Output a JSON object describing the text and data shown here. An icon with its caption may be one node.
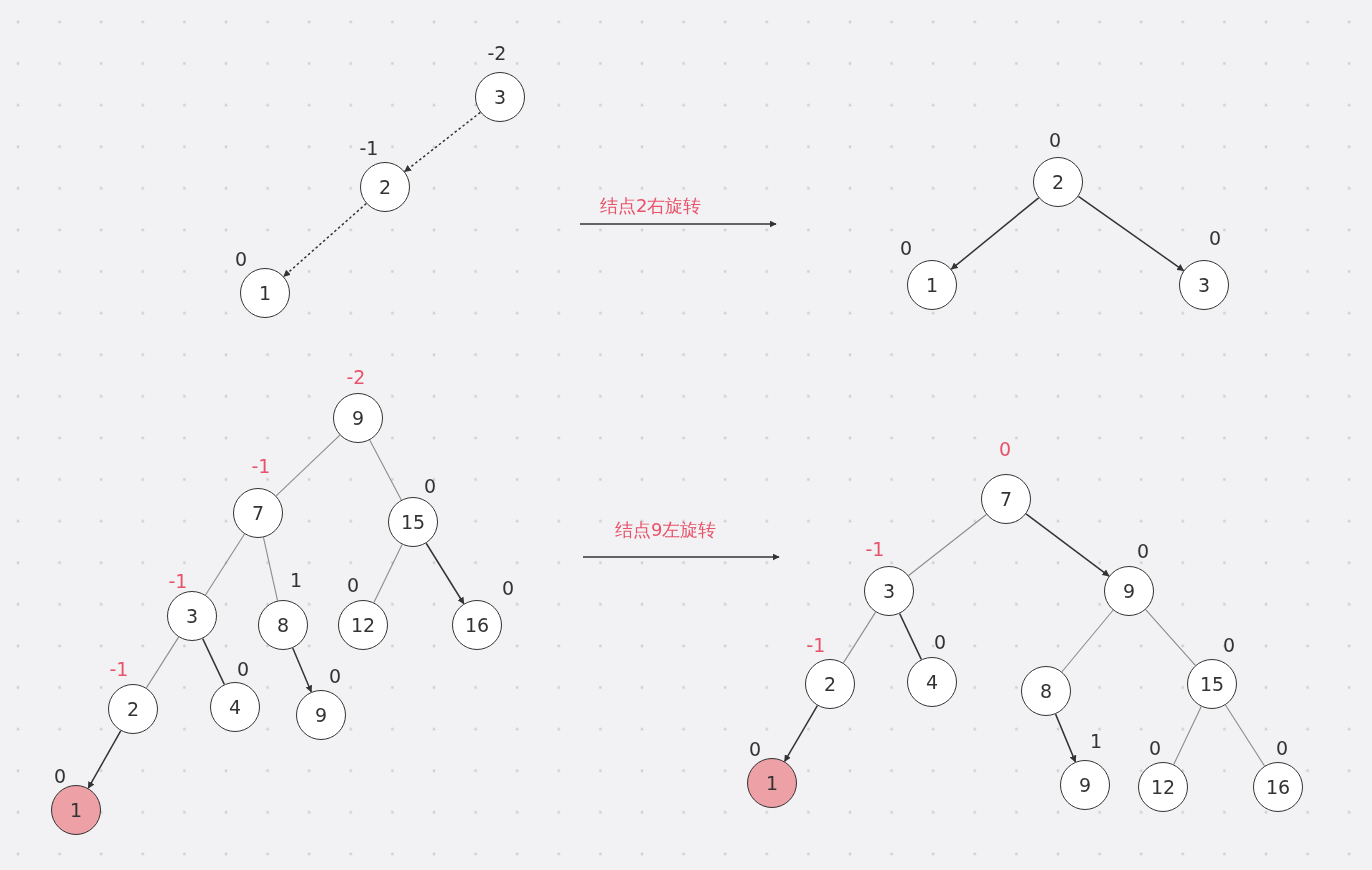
{
  "diagram": {
    "nodes": [
      {
        "text": [
          "3"
        ],
        "beside": [
          "-2"
        ]
      },
      {
        "text": [
          "2"
        ],
        "beside": [
          "-1"
        ]
      },
      {
        "text": [
          "1"
        ],
        "beside": [
          "0"
        ]
      },
      {
        "text": [
          "2"
        ],
        "beside": [
          "0"
        ]
      },
      {
        "text": [
          "1"
        ],
        "beside": [
          "0"
        ]
      },
      {
        "text": [
          "3"
        ],
        "beside": [
          "0"
        ]
      },
      {
        "text": [
          "9"
        ],
        "beside": [
          "-2"
        ]
      },
      {
        "text": [
          "7"
        ],
        "beside": [
          "-1"
        ]
      },
      {
        "text": [
          "15"
        ],
        "beside": [
          "0"
        ]
      },
      {
        "text": [
          "3"
        ],
        "beside": [
          "-1"
        ]
      },
      {
        "text": [
          "8"
        ],
        "beside": [
          "1"
        ]
      },
      {
        "text": [
          "12"
        ],
        "beside": [
          "0"
        ]
      },
      {
        "text": [
          "16"
        ],
        "beside": [
          "0"
        ]
      },
      {
        "text": [
          "2"
        ],
        "beside": [
          "-1"
        ]
      },
      {
        "text": [
          "4"
        ],
        "beside": [
          "0"
        ]
      },
      {
        "text": [
          "9"
        ],
        "beside": [
          "0"
        ]
      },
      {
        "text": [
          "1"
        ],
        "beside": [
          "0"
        ]
      },
      {
        "text": [
          "7"
        ],
        "beside": [
          "0"
        ]
      },
      {
        "text": [
          "3"
        ],
        "beside": [
          "-1"
        ]
      },
      {
        "text": [
          "9"
        ],
        "beside": [
          "0"
        ]
      },
      {
        "text": [
          "2"
        ],
        "beside": [
          "-1"
        ]
      },
      {
        "text": [
          "4"
        ],
        "beside": [
          "0"
        ]
      },
      {
        "text": [
          "8"
        ]
      },
      {
        "text": [
          "15"
        ],
        "beside": [
          "0"
        ]
      },
      {
        "text": [
          "1"
        ],
        "beside": [
          "0"
        ]
      },
      {
        "text": [
          "9"
        ],
        "beside": [
          "1"
        ]
      },
      {
        "text": [
          "12"
        ],
        "beside": [
          "0"
        ]
      },
      {
        "text": [
          "16"
        ],
        "beside": [
          "0"
        ]
      }
    ],
    "edges": [
      {
        "from": 0,
        "to": 1,
        "arrow": "to",
        "style": "dashed"
      },
      {
        "from": 1,
        "to": 2,
        "arrow": "to",
        "style": "dashed"
      },
      {
        "from": 3,
        "to": 4,
        "arrow": "to"
      },
      {
        "from": 3,
        "to": 5,
        "arrow": "to"
      },
      {
        "from": 6,
        "to": 7,
        "arrow": "none",
        "color": "#8c8c8c"
      },
      {
        "from": 6,
        "to": 8,
        "arrow": "none",
        "color": "#8c8c8c"
      },
      {
        "from": 7,
        "to": 9,
        "arrow": "none",
        "color": "#8c8c8c"
      },
      {
        "from": 7,
        "to": 10,
        "arrow": "none",
        "color": "#8c8c8c"
      },
      {
        "from": 8,
        "to": 11,
        "arrow": "none",
        "color": "#8c8c8c"
      },
      {
        "from": 8,
        "to": 12,
        "arrow": "to"
      },
      {
        "from": 9,
        "to": 13,
        "arrow": "none",
        "color": "#8c8c8c"
      },
      {
        "from": 9,
        "to": 14,
        "arrow": "none"
      },
      {
        "from": 10,
        "to": 15,
        "arrow": "to"
      },
      {
        "from": 13,
        "to": 16,
        "arrow": "to"
      },
      {
        "from": 17,
        "to": 18,
        "arrow": "none",
        "color": "#8c8c8c"
      },
      {
        "from": 17,
        "to": 19,
        "arrow": "to"
      },
      {
        "from": 18,
        "to": 20,
        "arrow": "none",
        "color": "#8c8c8c"
      },
      {
        "from": 18,
        "to": 21,
        "arrow": "none"
      },
      {
        "from": 19,
        "to": 22,
        "arrow": "none",
        "color": "#8c8c8c"
      },
      {
        "from": 19,
        "to": 23,
        "arrow": "none",
        "color": "#8c8c8c"
      },
      {
        "from": 20,
        "to": 24,
        "arrow": "to"
      },
      {
        "from": 22,
        "to": 25,
        "arrow": "to"
      },
      {
        "from": 23,
        "to": 26,
        "arrow": "none",
        "color": "#8c8c8c"
      },
      {
        "from": 23,
        "to": 27,
        "arrow": "none",
        "color": "#8c8c8c"
      }
    ],
    "labels": [
      "结点2右旋转",
      "结点9左旋转"
    ]
  }
}
